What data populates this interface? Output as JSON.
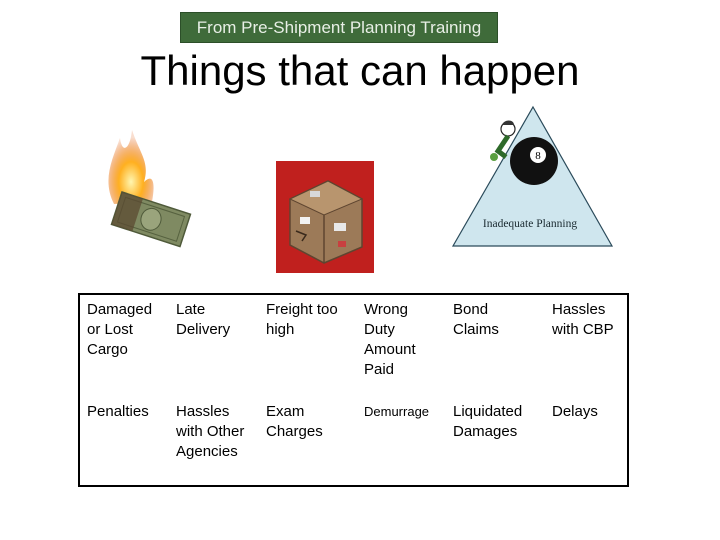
{
  "banner": "From Pre-Shipment Planning Training",
  "title": "Things that can happen",
  "images": {
    "burning_money_icon": "burning-dollar-bill",
    "damaged_box_icon": "damaged-cargo-box",
    "pyramid_icon": "person-behind-eight-ball",
    "pyramid_label": "Inadequate Planning",
    "eight_ball_number": "8"
  },
  "colors": {
    "banner_bg": "#3f6b3a",
    "banner_text": "#e8efe6",
    "pyramid_fill": "#cfe6ee",
    "box_bg": "#c0201e",
    "box_fill": "#9c7a58"
  },
  "table": {
    "rows": [
      [
        "Damaged or Lost Cargo",
        "Late Delivery",
        "Freight too high",
        "Wrong Duty Amount Paid",
        "Bond Claims",
        "Hassles with CBP"
      ],
      [
        "Penalties",
        "Hassles with Other Agencies",
        "Exam Charges",
        "Demurrage",
        "Liquidated Damages",
        "Delays"
      ]
    ]
  }
}
